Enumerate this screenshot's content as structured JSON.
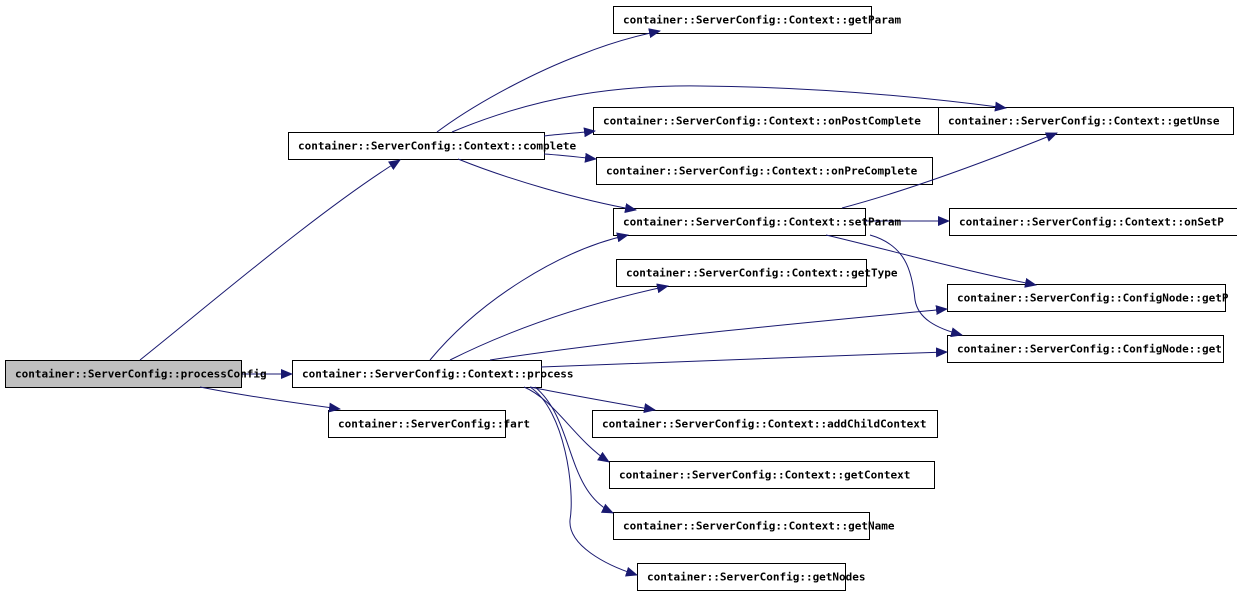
{
  "colors": {
    "edge": "#191970",
    "node_border": "#000000",
    "node_fill": "#ffffff",
    "root_fill": "#bfbfbf"
  },
  "nodes": [
    {
      "id": "processConfig",
      "label": "container::ServerConfig::processConfig",
      "root": true
    },
    {
      "id": "complete",
      "label": "container::ServerConfig::Context::complete"
    },
    {
      "id": "process",
      "label": "container::ServerConfig::Context::process"
    },
    {
      "id": "fart",
      "label": "container::ServerConfig::fart"
    },
    {
      "id": "getParam",
      "label": "container::ServerConfig::Context::getParam"
    },
    {
      "id": "onPostComplete",
      "label": "container::ServerConfig::Context::onPostComplete"
    },
    {
      "id": "getUnset",
      "label": "container::ServerConfig::Context::getUnse"
    },
    {
      "id": "onPreComplete",
      "label": "container::ServerConfig::Context::onPreComplete"
    },
    {
      "id": "setParam",
      "label": "container::ServerConfig::Context::setParam"
    },
    {
      "id": "onSetParam",
      "label": "container::ServerConfig::Context::onSetP"
    },
    {
      "id": "getType",
      "label": "container::ServerConfig::Context::getType"
    },
    {
      "id": "cnGetA",
      "label": "container::ServerConfig::ConfigNode::getP"
    },
    {
      "id": "cnGetB",
      "label": "container::ServerConfig::ConfigNode::get"
    },
    {
      "id": "addChildContext",
      "label": "container::ServerConfig::Context::addChildContext"
    },
    {
      "id": "getContext",
      "label": "container::ServerConfig::Context::getContext"
    },
    {
      "id": "getName",
      "label": "container::ServerConfig::Context::getName"
    },
    {
      "id": "getNodes",
      "label": "container::ServerConfig::getNodes"
    }
  ],
  "edges": [
    {
      "from": "processConfig",
      "to": "complete"
    },
    {
      "from": "processConfig",
      "to": "process"
    },
    {
      "from": "processConfig",
      "to": "fart"
    },
    {
      "from": "complete",
      "to": "getParam"
    },
    {
      "from": "complete",
      "to": "getUnset"
    },
    {
      "from": "complete",
      "to": "onPostComplete"
    },
    {
      "from": "complete",
      "to": "onPreComplete"
    },
    {
      "from": "complete",
      "to": "setParam"
    },
    {
      "from": "setParam",
      "to": "getUnset"
    },
    {
      "from": "setParam",
      "to": "onSetParam"
    },
    {
      "from": "setParam",
      "to": "cnGetA"
    },
    {
      "from": "setParam",
      "to": "cnGetB"
    },
    {
      "from": "process",
      "to": "setParam"
    },
    {
      "from": "process",
      "to": "getType"
    },
    {
      "from": "process",
      "to": "cnGetA"
    },
    {
      "from": "process",
      "to": "cnGetB"
    },
    {
      "from": "process",
      "to": "addChildContext"
    },
    {
      "from": "process",
      "to": "getContext"
    },
    {
      "from": "process",
      "to": "getName"
    },
    {
      "from": "process",
      "to": "getNodes"
    }
  ]
}
